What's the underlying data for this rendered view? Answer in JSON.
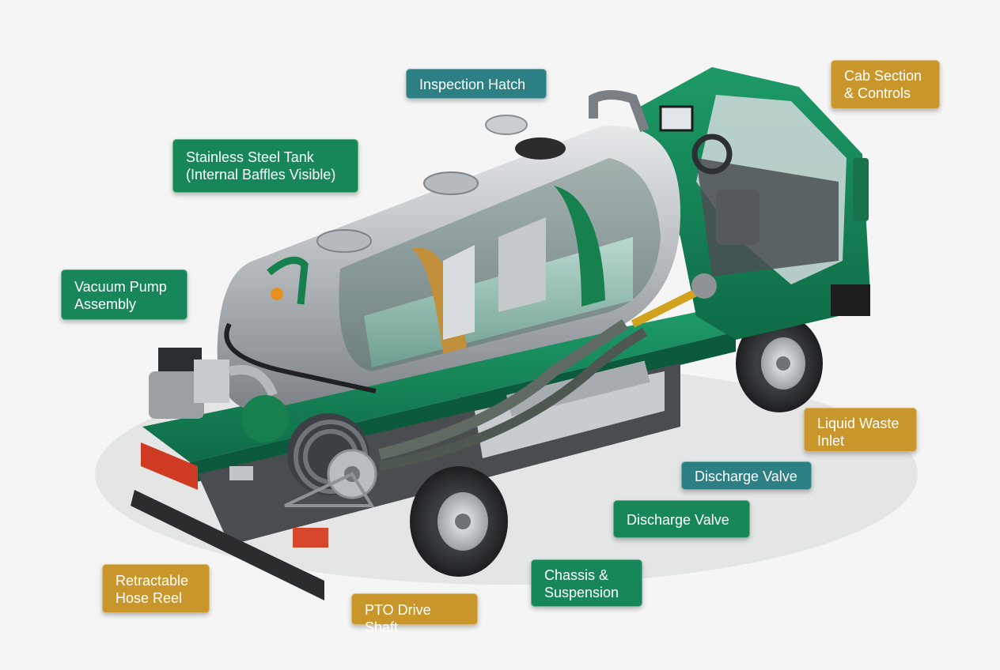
{
  "colors": {
    "green_label": "#17875a",
    "teal_label": "#2c7f82",
    "gold_label": "#c9962c",
    "truck_green": "#15855a",
    "tank_steel": "#b9bdc0",
    "background": "#f4f5f4"
  },
  "labels": {
    "inspection_hatch": "Inspection Hatch",
    "cab_section": "Cab Section\n& Controls",
    "stainless_tank": "Stainless Steel Tank\n(Internal Baffles Visible)",
    "vacuum_pump": "Vacuum Pump\nAssembly",
    "liquid_waste_inlet": "Liquid Waste\nInlet",
    "discharge_valve_1": "Discharge Valve",
    "discharge_valve_2": "Discharge Valve",
    "chassis_suspension": "Chassis &\nSuspension",
    "retractable_hose_reel": "Retractable\nHose Reel",
    "pto_drive_shaft": "PTO Drive Shaft"
  }
}
